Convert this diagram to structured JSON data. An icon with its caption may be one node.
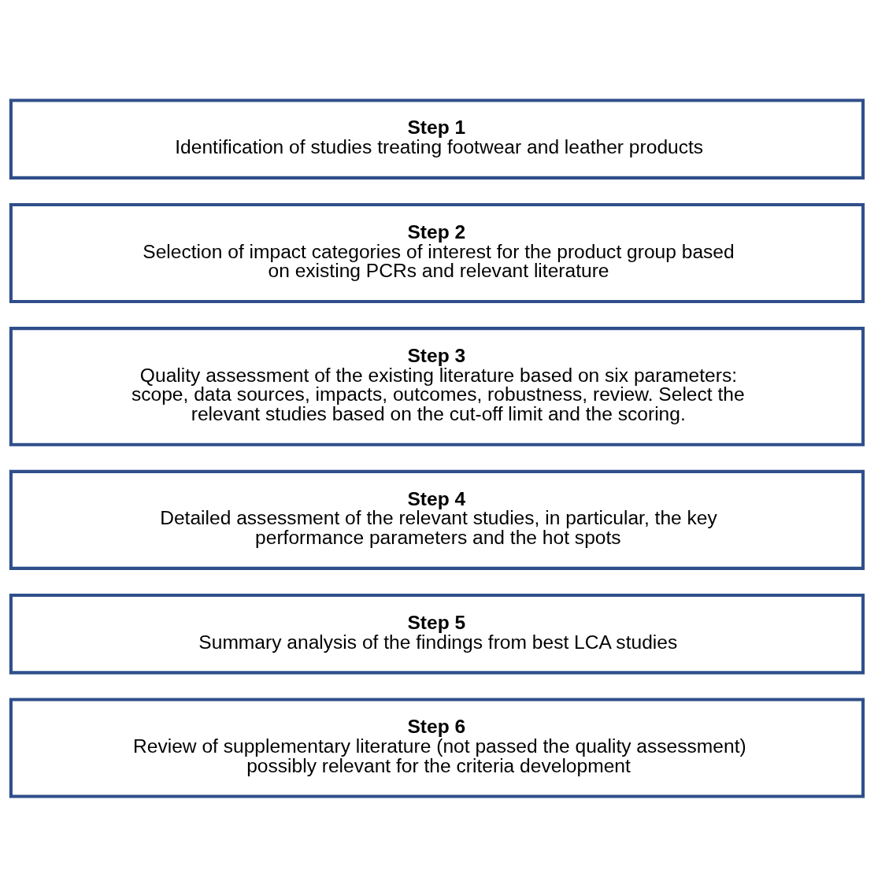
{
  "diagram": {
    "nodes": [
      {
        "text": [
          "Step 1",
          "Identification of studies treating footwear and leather products"
        ]
      },
      {
        "text": [
          "Step 2",
          "Selection of impact categories of interest for the product group based on existing PCRs and relevant literature"
        ]
      },
      {
        "text": [
          "Step 3",
          "Quality assessment of the existing literature based on six parameters: scope, data sources, impacts, outcomes, robustness, review. Select the relevant studies based on the cut-off limit and the scoring."
        ]
      },
      {
        "text": [
          "Step 4",
          "Detailed assessment of the relevant studies, in particular, the key performance parameters and the hot spots"
        ]
      },
      {
        "text": [
          "Step 5",
          "Summary analysis of the findings from best LCA studies"
        ]
      },
      {
        "text": [
          "Step 6",
          "Review of supplementary literature (not passed the quality assessment) possibly relevant for the criteria development"
        ]
      }
    ],
    "edges": []
  }
}
